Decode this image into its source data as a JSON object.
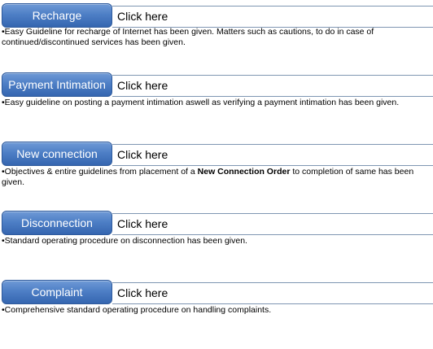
{
  "sections": [
    {
      "title": "Recharge",
      "link": "Click here",
      "desc": "•Easy Guideline for recharge of Internet has been given. Matters such as cautions, to do in case of continued/discontinued services has been given."
    },
    {
      "title": "Payment Intimation",
      "link": "Click here",
      "desc": "•Easy guideline on posting a payment intimation aswell as verifying a payment intimation has been given."
    },
    {
      "title": "New connection",
      "link": "Click here",
      "desc_pre": "•Objectives & entire guidelines from placement of a ",
      "desc_bold": "New Connection Order",
      "desc_post": " to completion of same has been given."
    },
    {
      "title": "Disconnection",
      "link": "Click here",
      "desc": "•Standard operating procedure on disconnection has been given."
    },
    {
      "title": "Complaint",
      "link": "Click here",
      "desc": "•Comprehensive standard operating procedure on handling complaints."
    }
  ]
}
